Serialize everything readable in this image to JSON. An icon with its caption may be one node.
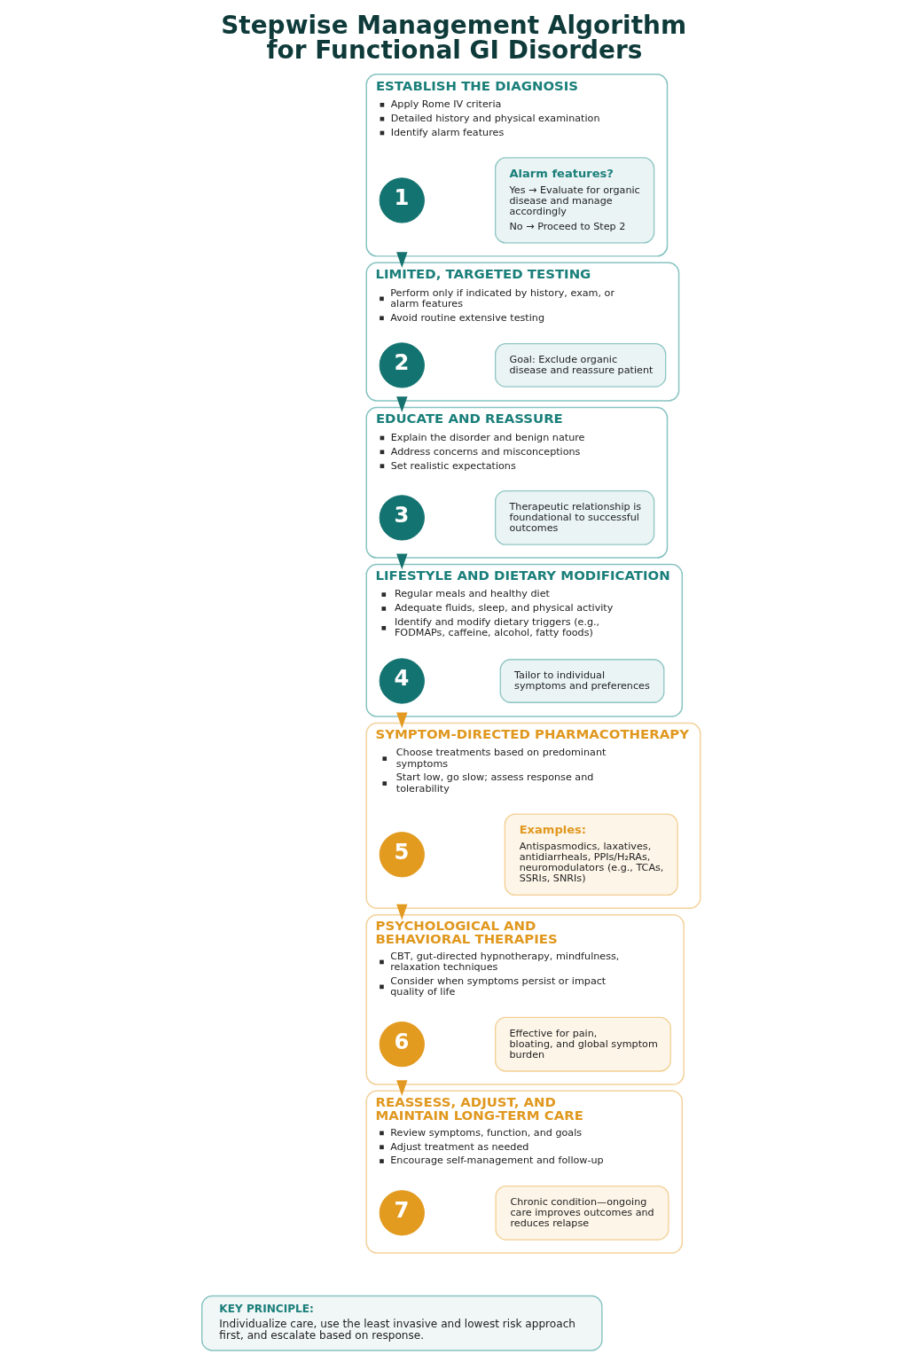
{
  "diagram": {
    "title": "Stepwise Management Algorithm for Functional GI Disorders",
    "nodes": [
      {
        "text": [
          "ESTABLISH THE DIAGNOSIS",
          "Apply Rome IV criteria",
          "Detailed history and physical examination",
          "Identify alarm features"
        ]
      },
      {
        "text": [
          "1"
        ],
        "in": 0
      },
      {
        "text": [
          "Alarm features?",
          "Yes → Evaluate for organic disease and manage accordingly",
          "No → Proceed to Step 2"
        ],
        "in": 0
      },
      {
        "text": [
          "LIMITED, TARGETED TESTING",
          "Perform only if indicated by history, exam, or alarm features",
          "Avoid routine extensive testing"
        ]
      },
      {
        "text": [
          "2"
        ],
        "in": 3
      },
      {
        "text": [
          "Goal: Exclude organic disease and reassure patient"
        ],
        "in": 3
      },
      {
        "text": [
          "EDUCATE AND REASSURE",
          "Explain the disorder and benign nature",
          "Address concerns and misconceptions",
          "Set realistic expectations"
        ]
      },
      {
        "text": [
          "3"
        ],
        "in": 6
      },
      {
        "text": [
          "Therapeutic relationship is foundational to successful outcomes"
        ],
        "in": 6
      },
      {
        "text": [
          "LIFESTYLE AND DIETARY MODIFICATION",
          "Regular meals and healthy diet",
          "Adequate fluids, sleep, and physical activity",
          "Identify and modify dietary triggers (e.g., FODMAPs, caffeine, alcohol, fatty foods)"
        ]
      },
      {
        "text": [
          "4"
        ],
        "in": 9
      },
      {
        "text": [
          "Tailor to individual symptoms and preferences"
        ],
        "in": 9
      },
      {
        "text": [
          "SYMPTOM-DIRECTED PHARMACOTHERAPY",
          "Choose treatments based on predominant symptoms",
          "Start low, go slow; assess response and tolerability"
        ]
      },
      {
        "text": [
          "5"
        ],
        "in": 12
      },
      {
        "text": [
          "Examples:",
          "Antispasmodics, laxatives, antidiarrheals, PPIs/H₂RAs, neuromodulators (e.g., TCAs, SSRIs, SNRIs)"
        ],
        "in": 12
      },
      {
        "text": [
          "PSYCHOLOGICAL AND BEHAVIORAL THERAPIES",
          "CBT, gut-directed hypnotherapy, mindfulness, relaxation techniques",
          "Consider when symptoms persist or impact quality of life"
        ]
      },
      {
        "text": [
          "6"
        ],
        "in": 15
      },
      {
        "text": [
          "Effective for pain, bloating, and global symptom burden"
        ],
        "in": 15
      },
      {
        "text": [
          "REASSESS, ADJUST, AND MAINTAIN LONG-TERM CARE",
          "Review symptoms, function, and goals",
          "Adjust treatment as needed",
          "Encourage self-management and follow-up"
        ]
      },
      {
        "text": [
          "7"
        ],
        "in": 18
      },
      {
        "text": [
          "Chronic condition—ongoing care improves outcomes and reduces relapse"
        ],
        "in": 18
      },
      {
        "text": [
          "KEY PRINCIPLE:",
          "Individualize care, use the least invasive and lowest risk approach first, and escalate based on response."
        ]
      }
    ],
    "edges": [
      {
        "from": 0,
        "to": 3,
        "arrow": "to"
      },
      {
        "from": 3,
        "to": 6,
        "arrow": "to"
      },
      {
        "from": 6,
        "to": 9,
        "arrow": "to"
      },
      {
        "from": 9,
        "to": 12,
        "arrow": "to",
        "color": "#e29a22"
      },
      {
        "from": 12,
        "to": 15,
        "arrow": "to",
        "color": "#e29a22"
      },
      {
        "from": 15,
        "to": 18,
        "arrow": "to",
        "color": "#e29a22"
      }
    ]
  }
}
